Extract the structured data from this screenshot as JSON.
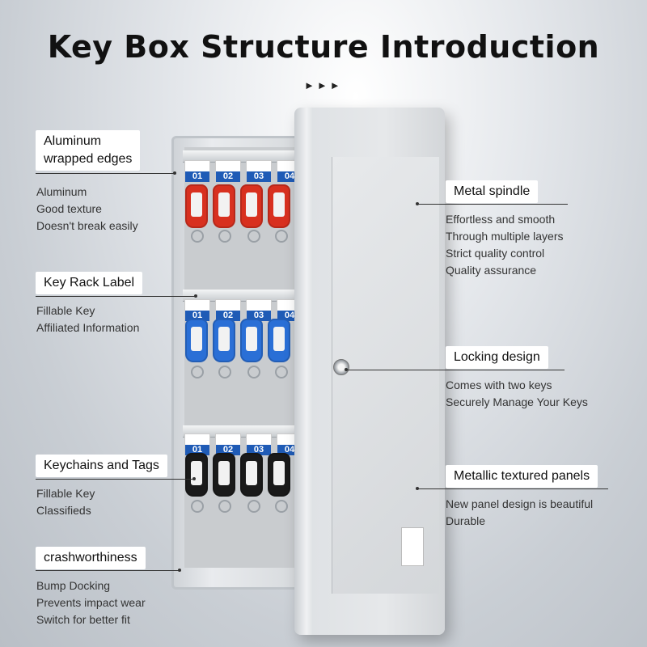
{
  "title": "Key Box Structure Introduction",
  "arrows": "►►►",
  "labels": [
    "01",
    "02",
    "03",
    "04"
  ],
  "tag_colors": {
    "row1": "#d8301f",
    "row2": "#2a6fd6",
    "row3": "#1a1a1a"
  },
  "callouts": {
    "aluminum_edges": {
      "title_line1": "Aluminum",
      "title_line2": "wrapped edges",
      "desc": [
        "Aluminum",
        "Good texture",
        "Doesn't break easily"
      ]
    },
    "key_rack_label": {
      "title": "Key Rack Label",
      "desc": [
        "Fillable Key",
        "Affiliated Information"
      ]
    },
    "keychains_tags": {
      "title": "Keychains and Tags",
      "desc": [
        "Fillable Key",
        "Classifieds"
      ]
    },
    "crashworthiness": {
      "title": "crashworthiness",
      "desc": [
        "Bump Docking",
        "Prevents impact wear",
        "Switch for better fit"
      ]
    },
    "metal_spindle": {
      "title": "Metal spindle",
      "desc": [
        "Effortless and smooth",
        "Through multiple layers",
        "Strict quality control",
        "Quality assurance"
      ]
    },
    "locking_design": {
      "title": "Locking design",
      "desc": [
        "Comes with two keys",
        "Securely Manage Your Keys"
      ]
    },
    "metallic_panels": {
      "title": "Metallic textured panels",
      "desc": [
        "New panel design is beautiful",
        "Durable"
      ]
    }
  }
}
